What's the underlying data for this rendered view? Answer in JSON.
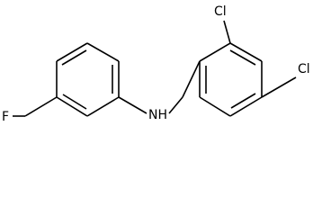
{
  "structure": {
    "atoms": [
      {
        "id": "F",
        "symbol": "F"
      },
      {
        "id": "N",
        "symbol": "NH"
      },
      {
        "id": "Cl2",
        "symbol": "Cl"
      },
      {
        "id": "Cl4",
        "symbol": "Cl"
      }
    ],
    "colors": {
      "bond": "#000000",
      "text": "#000000",
      "background": "#ffffff"
    }
  }
}
